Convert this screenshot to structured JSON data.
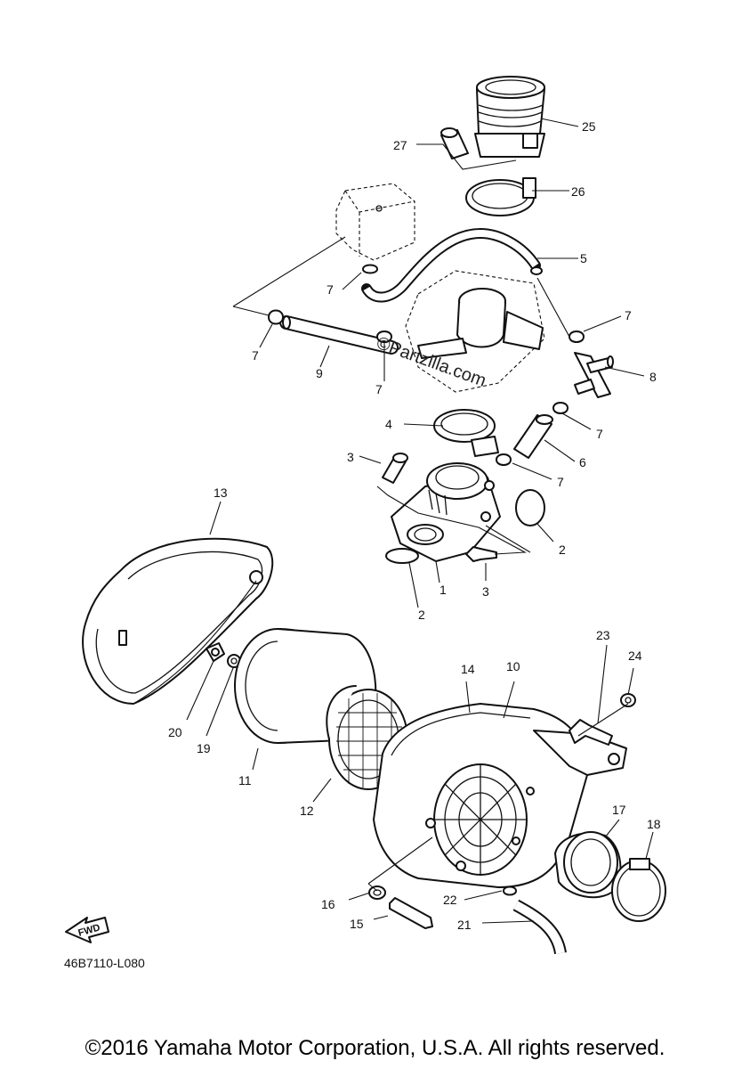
{
  "diagram_code": "46B7110-L080",
  "watermark": "©Partzilla.com",
  "fwd_label": "FWD",
  "copyright": "©2016 Yamaha Motor Corporation, U.S.A. All rights reserved.",
  "callouts": [
    "1",
    "2",
    "2",
    "3",
    "3",
    "4",
    "5",
    "6",
    "7",
    "7",
    "7",
    "7",
    "7",
    "7",
    "8",
    "9",
    "10",
    "11",
    "12",
    "13",
    "14",
    "15",
    "16",
    "17",
    "18",
    "19",
    "20",
    "21",
    "22",
    "23",
    "24",
    "25",
    "26",
    "27"
  ]
}
